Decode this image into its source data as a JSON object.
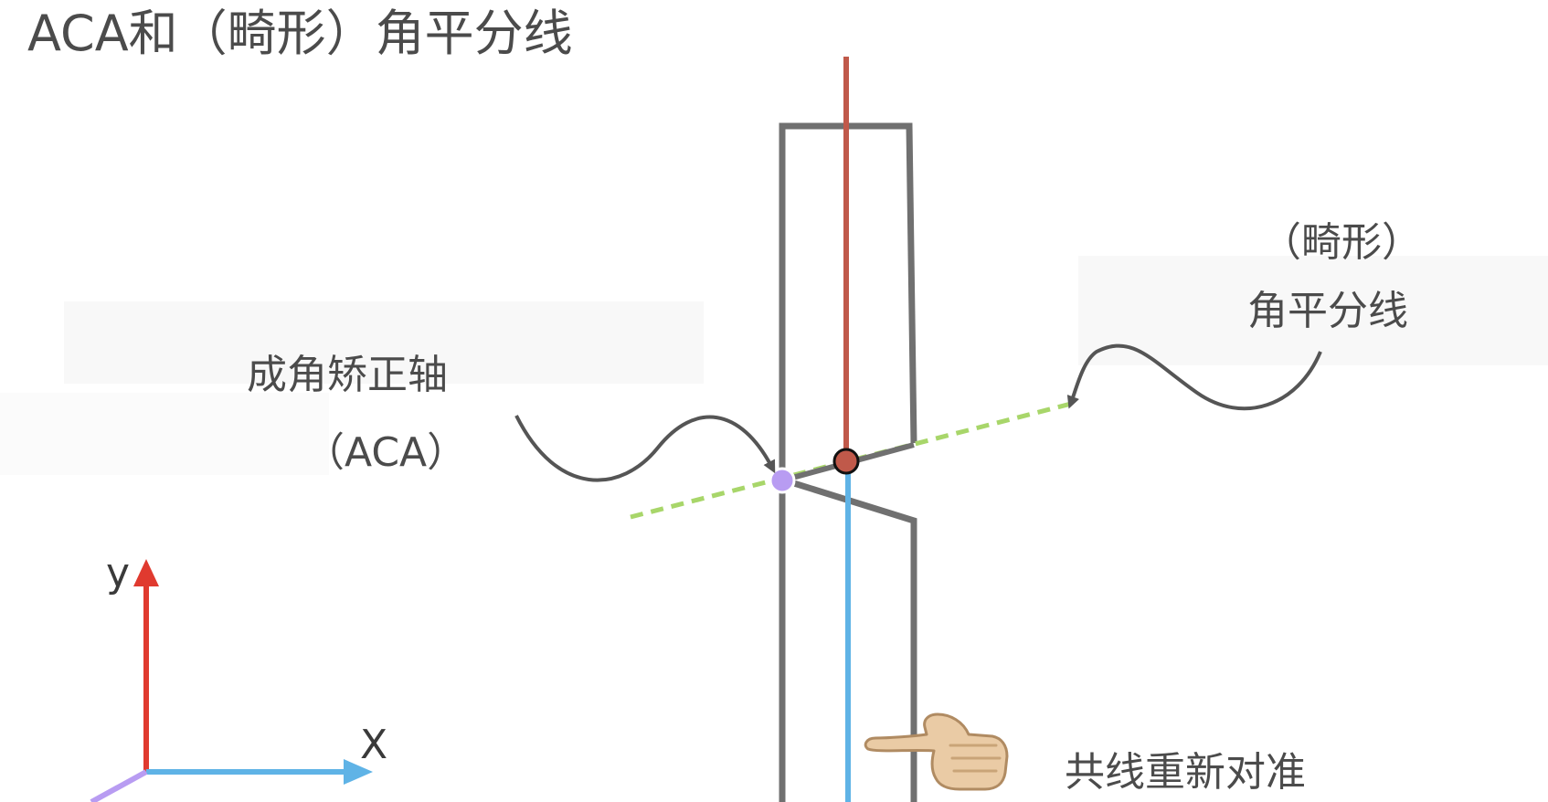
{
  "title": "ACA和（畸形）角平分线",
  "labels": {
    "aca_line1": "成角矫正轴",
    "aca_line2": "（ACA）",
    "bisector_line1": "（畸形）",
    "bisector_line2": "角平分线",
    "realign": "共线重新对准"
  },
  "axes": {
    "y": "y",
    "x": "X"
  },
  "colors": {
    "bone_outline": "#707070",
    "proximal_axis": "#c0594a",
    "distal_axis": "#5fb3e6",
    "bisector": "#a8d66a",
    "aca_point": "#b89cf2",
    "y_axis": "#e03a2f",
    "x_axis": "#5fb3e6",
    "z_axis": "#b89cf2",
    "arrow": "#555555"
  },
  "icons": {
    "hand": "pointing-hand-icon"
  }
}
